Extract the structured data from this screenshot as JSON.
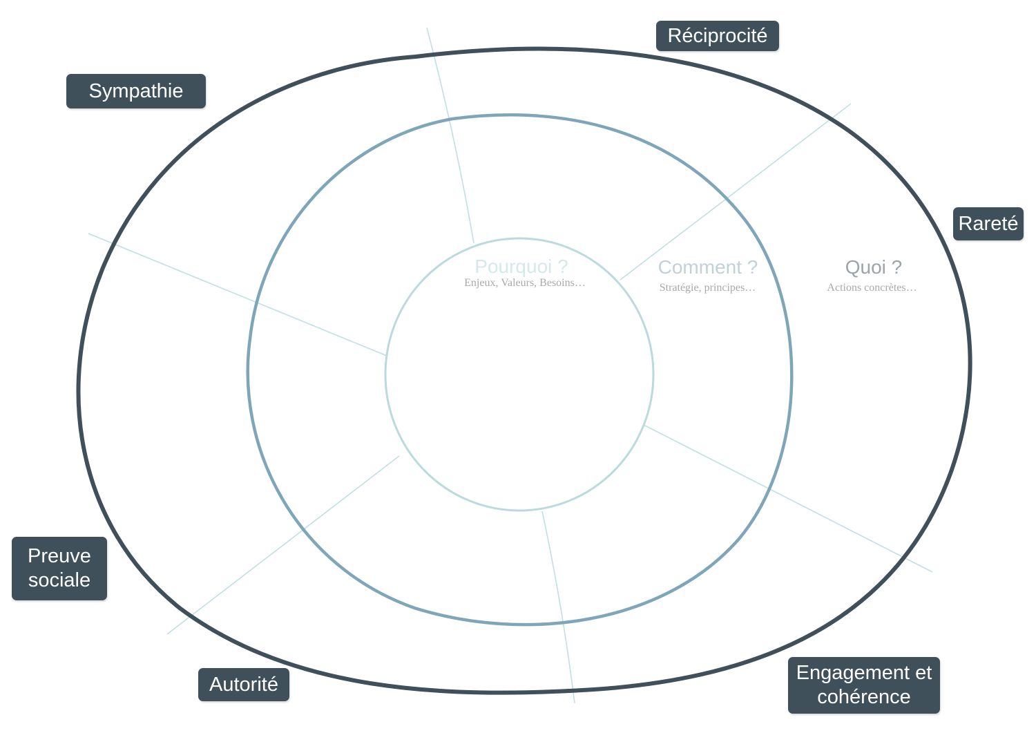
{
  "tags": {
    "reciprocite": "Réciprocité",
    "sympathie": "Sympathie",
    "rarete": "Rareté",
    "preuve_sociale_1": "Preuve",
    "preuve_sociale_2": "sociale",
    "autorite": "Autorité",
    "engagement_1": "Engagement et",
    "engagement_2": "cohérence"
  },
  "rings": {
    "inner": {
      "title": "Pourquoi ?",
      "subtitle": "Enjeux, Valeurs, Besoins…",
      "title_color": "#d5e8ec"
    },
    "middle": {
      "title": "Comment ?",
      "subtitle": "Stratégie, principes…",
      "title_color": "#c0d2d8"
    },
    "outer": {
      "title": "Quoi ?",
      "subtitle": "Actions concrètes…",
      "title_color": "#9aa4a9"
    }
  },
  "colors": {
    "outer_ring": "#3f505a",
    "middle_ring": "#7fa6b8",
    "inner_ring": "#b9dbe0",
    "dividers": "#bfe0e2",
    "tag_background": "#3f505a",
    "subtitle_text": "#a9a9a9"
  }
}
